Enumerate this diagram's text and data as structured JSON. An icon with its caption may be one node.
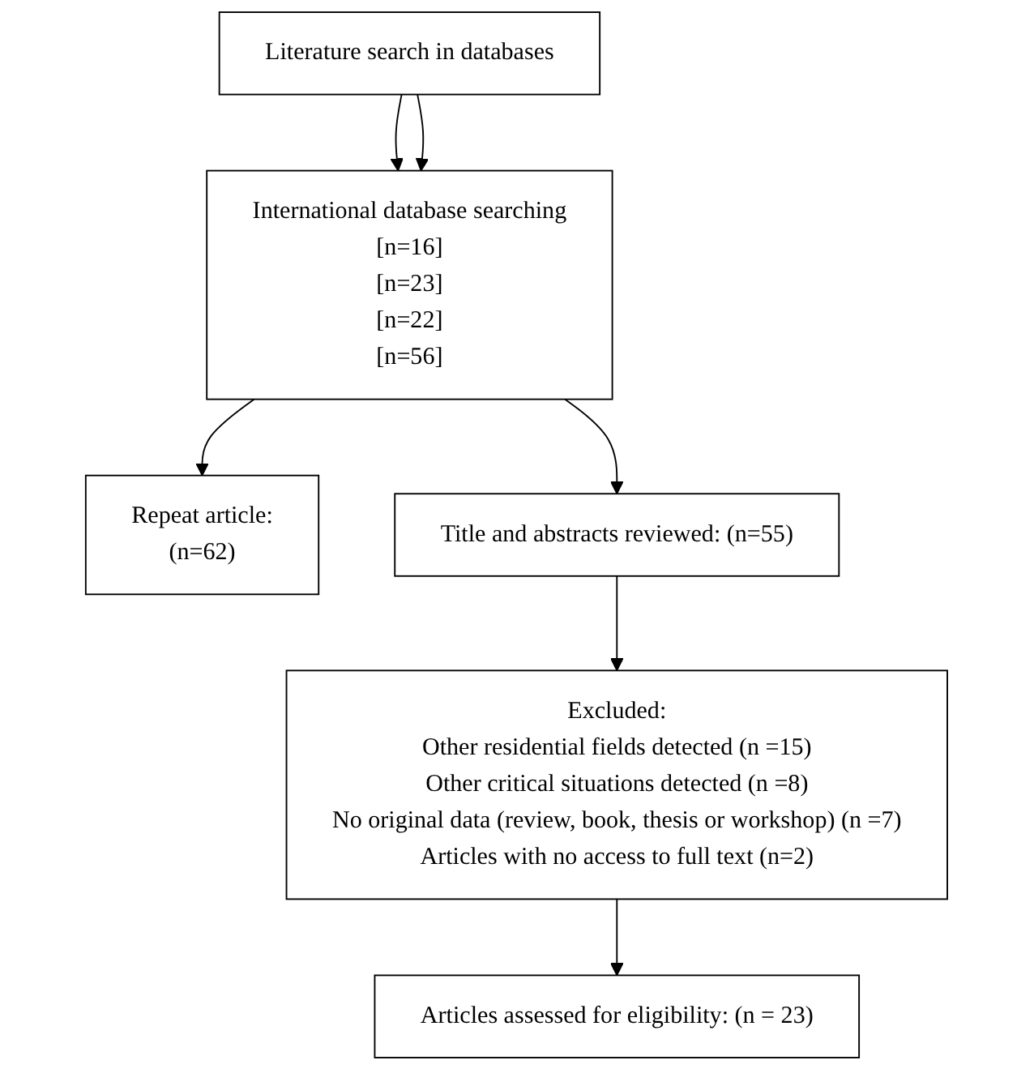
{
  "diagram": {
    "nodes": [
      {
        "text": [
          "Literature search in databases"
        ]
      },
      {
        "text": [
          "International database searching",
          "[n=16]",
          "[n=23]",
          "[n=22]",
          "[n=56]"
        ]
      },
      {
        "text": [
          "Repeat article:",
          "(n=62)"
        ]
      },
      {
        "text": [
          "Title and abstracts reviewed: (n=55)"
        ]
      },
      {
        "text": [
          "Excluded:",
          "Other residential fields detected (n =15)",
          "Other critical situations detected (n =8)",
          "No original data (review, book, thesis or workshop) (n =7)",
          "Articles with no access to full text (n=2)"
        ]
      },
      {
        "text": [
          "Articles assessed for eligibility: (n = 23)"
        ]
      }
    ],
    "edges": [
      {
        "from": 0,
        "to": 1,
        "arrow": "to"
      },
      {
        "from": 0,
        "to": 1,
        "arrow": "to"
      },
      {
        "from": 1,
        "to": 2,
        "arrow": "to"
      },
      {
        "from": 1,
        "to": 3,
        "arrow": "to"
      },
      {
        "from": 3,
        "to": 4,
        "arrow": "to"
      },
      {
        "from": 4,
        "to": 5,
        "arrow": "to"
      }
    ]
  }
}
